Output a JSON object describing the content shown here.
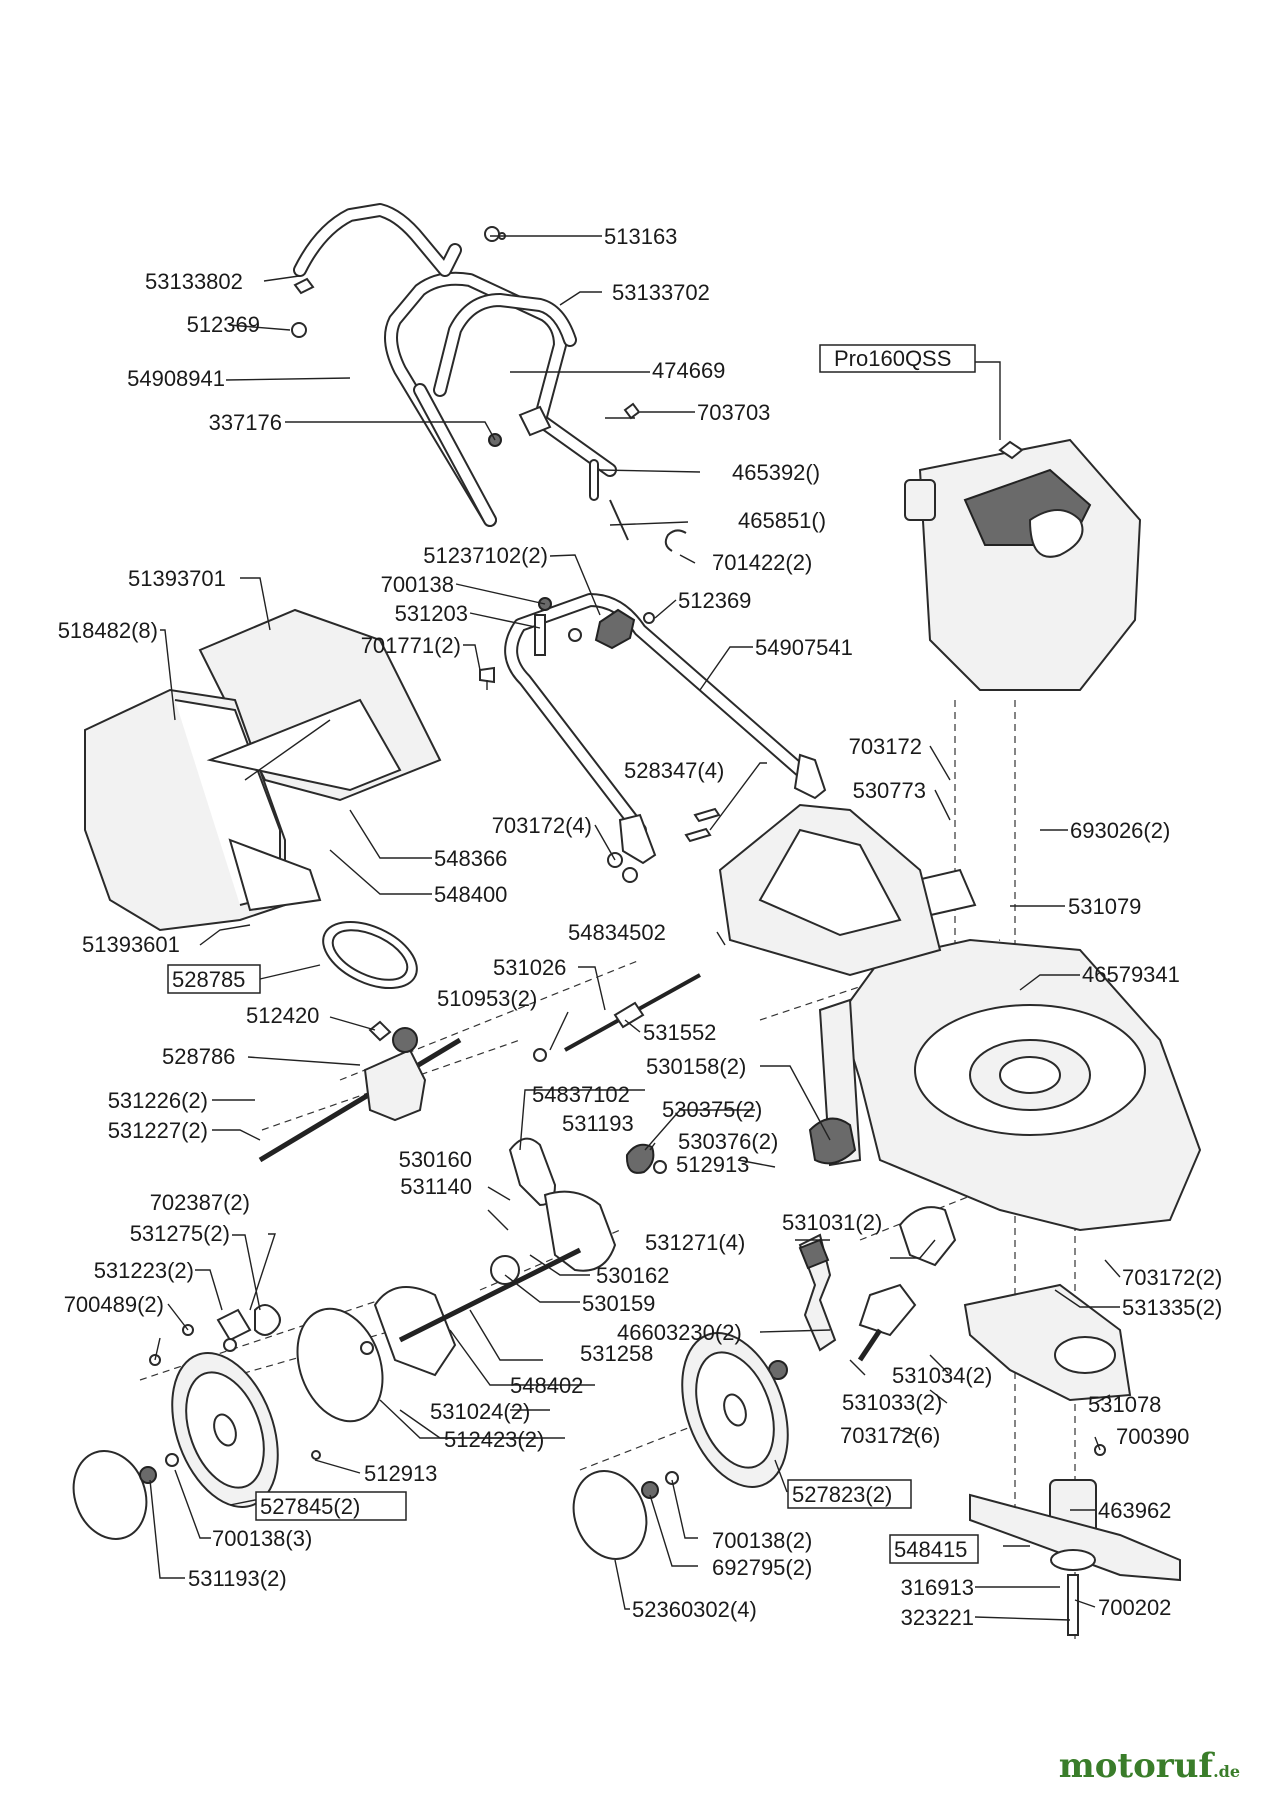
{
  "watermark": {
    "brand": "motoruf",
    "tld": ".de"
  },
  "engine_label": "Pro160QSS",
  "labels": {
    "l513163": "513163",
    "l53133802": "53133802",
    "l53133702": "53133702",
    "l512369a": "512369",
    "l54908941": "54908941",
    "l474669": "474669",
    "l337176": "337176",
    "l703703": "703703",
    "l465392": "465392()",
    "l465851": "465851()",
    "l701422": "701422(2)",
    "l51237102": "51237102(2)",
    "l700138a": "700138",
    "l531203": "531203",
    "l512369b": "512369",
    "l701771": "701771(2)",
    "l54907541": "54907541",
    "l51393701": "51393701",
    "l518482": "518482(8)",
    "l703172a": "703172",
    "l530773": "530773",
    "l528347": "528347(4)",
    "l693026": "693026(2)",
    "l703172b": "703172(4)",
    "l548366": "548366",
    "l548400": "548400",
    "l531079": "531079",
    "l54834502": "54834502",
    "l51393601": "51393601",
    "l46579341": "46579341",
    "l528785": "528785",
    "l531026": "531026",
    "l510953": "510953(2)",
    "l512420": "512420",
    "l531552": "531552",
    "l528786": "528786",
    "l530158": "530158(2)",
    "l54837102": "54837102",
    "l531226": "531226(2)",
    "l531227": "531227(2)",
    "l530375": "530375(2)",
    "l531193a": "531193",
    "l530376": "530376(2)",
    "l530160": "530160",
    "l512913a": "512913",
    "l531140": "531140",
    "l702387": "702387(2)",
    "l531031": "531031(2)",
    "l531275": "531275(2)",
    "l531271": "531271(4)",
    "l531223": "531223(2)",
    "l530162": "530162",
    "l703172c": "703172(2)",
    "l700489": "700489(2)",
    "l530159": "530159",
    "l531335": "531335(2)",
    "l46603230": "46603230(2)",
    "l531258": "531258",
    "l548402": "548402",
    "l531034": "531034(2)",
    "l531033": "531033(2)",
    "l531078": "531078",
    "l531024": "531024(2)",
    "l703172d": "703172(6)",
    "l700390": "700390",
    "l512423": "512423(2)",
    "l512913b": "512913",
    "l527823": "527823(2)",
    "l527845": "527845(2)",
    "l463962": "463962",
    "l700138b": "700138(2)",
    "l548415": "548415",
    "l700138c": "700138(3)",
    "l692795": "692795(2)",
    "l316913": "316913",
    "l700202": "700202",
    "l531193b": "531193(2)",
    "l323221": "323221",
    "l52360302": "52360302(4)"
  }
}
